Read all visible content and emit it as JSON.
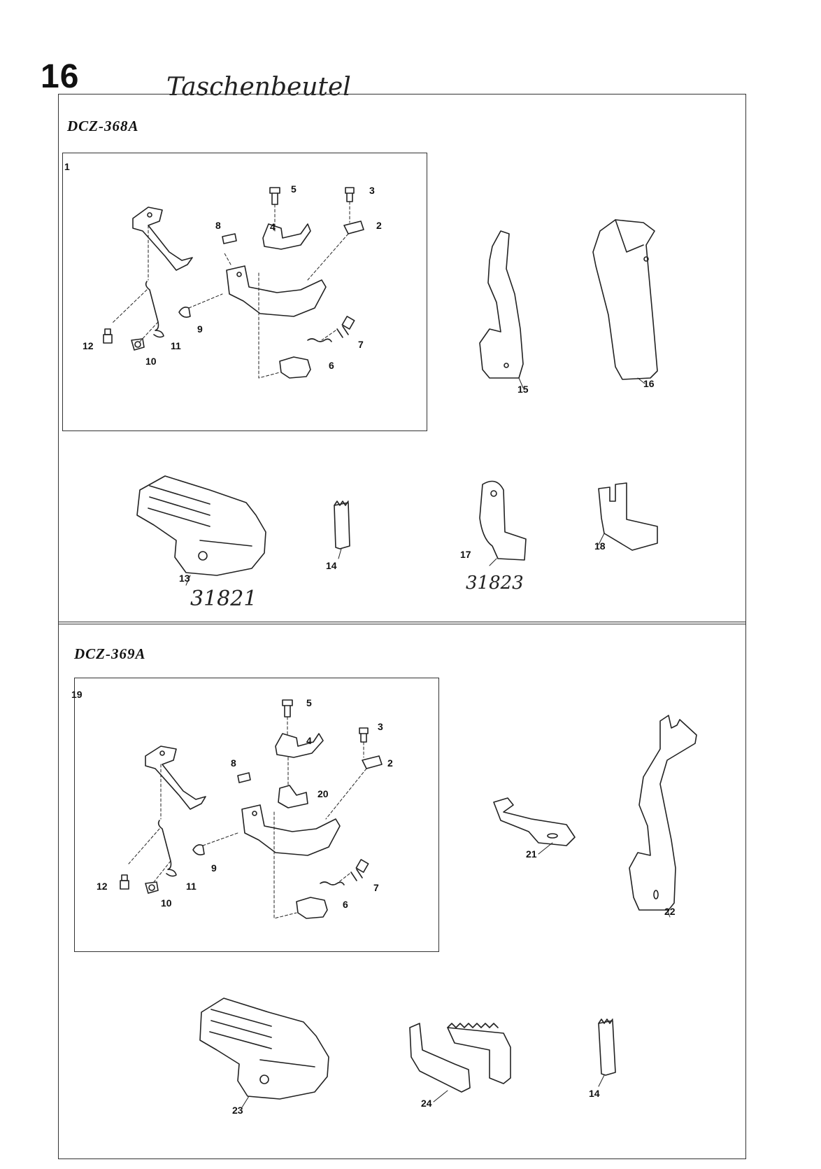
{
  "page": {
    "number": "16",
    "handwritten_title": "Taschenbeutel"
  },
  "sections": [
    {
      "model": "DCZ-368A",
      "assembly_label": "1",
      "assembly_callouts": [
        "2",
        "3",
        "4",
        "5",
        "6",
        "7",
        "8",
        "9",
        "10",
        "11",
        "12"
      ],
      "parts": [
        "13",
        "14",
        "15",
        "16",
        "17",
        "18"
      ],
      "handwritten_notes": [
        "31821",
        "31823"
      ]
    },
    {
      "model": "DCZ-369A",
      "assembly_label": "19",
      "assembly_callouts": [
        "2",
        "3",
        "4",
        "5",
        "6",
        "7",
        "8",
        "9",
        "10",
        "11",
        "12",
        "20"
      ],
      "parts": [
        "14",
        "21",
        "22",
        "23",
        "24"
      ]
    }
  ]
}
